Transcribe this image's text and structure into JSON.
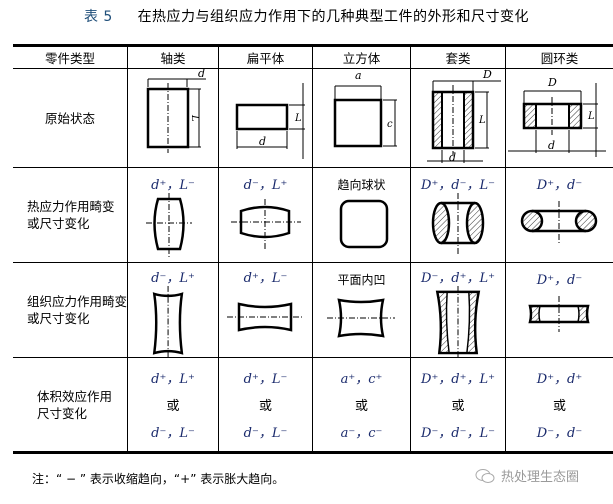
{
  "title": {
    "prefix": "表 5",
    "text": "在热应力与组织应力作用下的几种典型工件的外形和尺寸变化"
  },
  "table": {
    "headers": [
      "零件类型",
      "轴类",
      "扁平体",
      "立方体",
      "套类",
      "圆环类"
    ],
    "rows": [
      {
        "label": "原始状态",
        "cells": [
          {
            "figure": "shaft-original",
            "dims": [
              "d",
              "L"
            ]
          },
          {
            "figure": "flat-original",
            "dims": [
              "d",
              "L"
            ]
          },
          {
            "figure": "cube-original",
            "dims": [
              "a",
              "c"
            ]
          },
          {
            "figure": "sleeve-original",
            "dims": [
              "D",
              "d",
              "L"
            ]
          },
          {
            "figure": "ring-original",
            "dims": [
              "D",
              "d",
              "L"
            ]
          }
        ]
      },
      {
        "label_line1": "热应力作用畸变",
        "label_line2": "或尺寸变化",
        "cells": [
          {
            "formula": "d⁺，L⁻",
            "figure": "shaft-barrel"
          },
          {
            "formula": "d⁻，L⁺",
            "figure": "flat-barrel"
          },
          {
            "text": "趋向球状",
            "figure": "cube-rounded"
          },
          {
            "formula": "D⁺，d⁻，L⁻",
            "figure": "sleeve-barrel"
          },
          {
            "formula": "D⁺，d⁻",
            "figure": "ring-rounded"
          }
        ]
      },
      {
        "label_line1": "组织应力作用畸变",
        "label_line2": "或尺寸变化",
        "cells": [
          {
            "formula": "d⁻，L⁺",
            "figure": "shaft-concave"
          },
          {
            "formula": "d⁺，L⁻",
            "figure": "flat-concave"
          },
          {
            "text": "平面内凹",
            "figure": "cube-concave"
          },
          {
            "formula": "D⁻，d⁺，L⁺",
            "figure": "sleeve-concave"
          },
          {
            "formula": "D⁺，d⁻",
            "figure": "ring-concave"
          }
        ]
      },
      {
        "label_line1": "体积效应作用",
        "label_line2": "尺寸变化",
        "or_label": "或",
        "cells": [
          {
            "top": "d⁺，L⁺",
            "bottom": "d⁻，L⁻"
          },
          {
            "top": "d⁺，L⁻",
            "bottom": "d⁻，L⁻"
          },
          {
            "top": "a⁺，c⁺",
            "bottom": "a⁻，c⁻"
          },
          {
            "top": "D⁺，d⁺，L⁺",
            "bottom": "D⁻，d⁻，L⁻"
          },
          {
            "top": "D⁺，d⁺",
            "bottom": "D⁻，d⁻"
          }
        ]
      }
    ]
  },
  "note": "注：“ − ” 表示收缩趋向，“+” 表示胀大趋向。",
  "watermark": {
    "icon": "wechat-icon",
    "text": "热处理生态圈"
  }
}
